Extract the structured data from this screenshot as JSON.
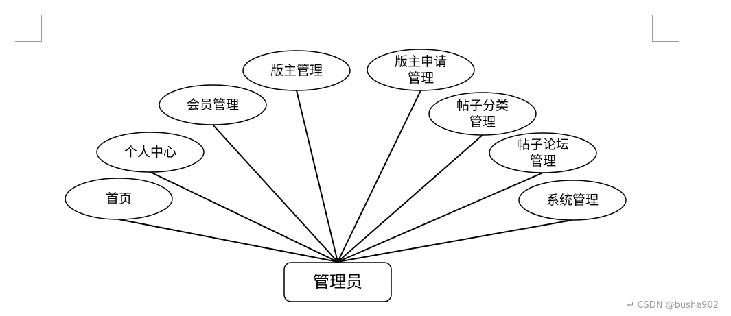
{
  "diagram": {
    "root": {
      "label": "管理员"
    },
    "nodes": [
      {
        "id": "home",
        "lines": [
          "首页"
        ]
      },
      {
        "id": "personal",
        "lines": [
          "个人中心"
        ]
      },
      {
        "id": "member",
        "lines": [
          "会员管理"
        ]
      },
      {
        "id": "moderator",
        "lines": [
          "版主管理"
        ]
      },
      {
        "id": "mod-apply",
        "lines": [
          "版主申请",
          "管理"
        ]
      },
      {
        "id": "post-cat",
        "lines": [
          "帖子分类",
          "管理"
        ]
      },
      {
        "id": "post-forum",
        "lines": [
          "帖子论坛",
          "管理"
        ]
      },
      {
        "id": "system",
        "lines": [
          "系统管理"
        ]
      }
    ]
  },
  "watermark": "↵ CSDN @bushe902"
}
